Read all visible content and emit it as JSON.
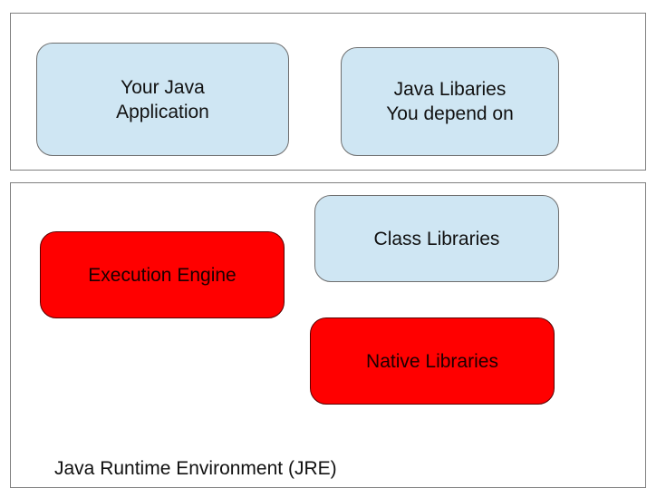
{
  "top_panel": {
    "your_java_application": "Your Java\nApplication",
    "java_libraries": "Java Libaries\nYou depend on"
  },
  "jre_panel": {
    "class_libraries": "Class Libraries",
    "execution_engine": "Execution Engine",
    "native_libraries": "Native Libraries",
    "caption": "Java Runtime Environment (JRE)"
  },
  "colors": {
    "blue_box": "#cfe6f3",
    "red_box": "#ff0000",
    "panel_border": "#808080"
  }
}
